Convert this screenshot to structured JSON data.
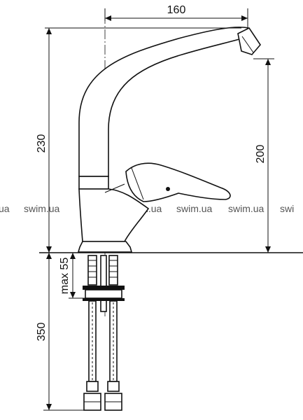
{
  "dimensions": {
    "width_top": "160",
    "height_total": "230",
    "height_spout": "200",
    "max_hole": "max 55",
    "hose_length": "350"
  },
  "watermarks": [
    "ua",
    "swim.ua",
    "swim.ua",
    "swim.ua",
    "swim.ua",
    "swi"
  ],
  "colors": {
    "line": "#111111",
    "watermark": "#555555",
    "background": "#ffffff"
  }
}
